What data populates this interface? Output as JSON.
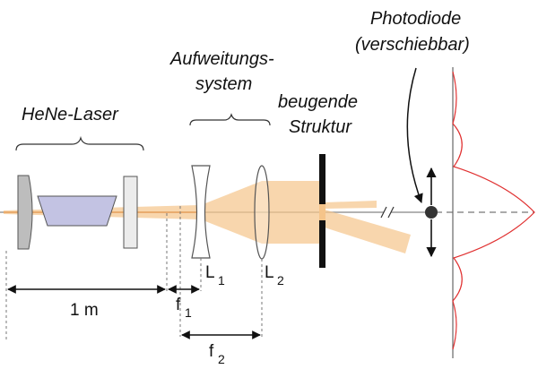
{
  "labels": {
    "laser": "HeNe-Laser",
    "expander_line1": "Aufweitungs-",
    "expander_line2": "system",
    "structure_line1": "beugende",
    "structure_line2": "Struktur",
    "detector_line1": "Photodiode",
    "detector_line2": "(verschiebbar)",
    "lens1_letter": "L",
    "lens1_index": "1",
    "lens2_letter": "L",
    "lens2_index": "2",
    "distance_laser": "1 m",
    "focal1_letter": "f",
    "focal1_index": "1",
    "focal2_letter": "f",
    "focal2_index": "2"
  },
  "colors": {
    "beam": "#f5c48a",
    "beam_line": "#e9a45e",
    "laser_rod": "#c3c3e3",
    "mirror": "#bdbdbd",
    "intensity_curve": "#e03030"
  }
}
